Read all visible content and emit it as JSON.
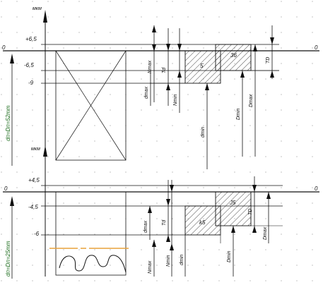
{
  "units_label": "мкм",
  "zero": "0",
  "diagram_top": {
    "deviation_values": [
      "+6,5",
      "-6,5",
      "-9"
    ],
    "field_labels": [
      "5",
      "36"
    ],
    "dimension_labels": [
      "Nmax",
      "Td",
      "dmax",
      "Nmin",
      "dmin",
      "Dmin",
      "Dmax",
      "TD"
    ],
    "nominal_label": "dп=Dп=52mm"
  },
  "diagram_bottom": {
    "deviation_values": [
      "+4,5",
      "-4,5",
      "-6"
    ],
    "field_labels": [
      "k5",
      "J5"
    ],
    "dimension_labels": [
      "dmax",
      "Td",
      "Nmax",
      "Nmin",
      "dmin",
      "Dmin",
      "TD",
      "Dmax"
    ],
    "nominal_label": "dп=Dп=25mm"
  },
  "colors": {
    "line": "#111111",
    "zero_line": "#111111",
    "dot_grid": "#9a9a9a",
    "accent_orange": "#e8a23a",
    "nominal_green": "#1a6b1a"
  }
}
